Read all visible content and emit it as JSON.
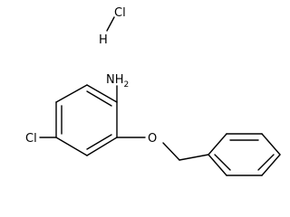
{
  "structure": {
    "labels": {
      "chlorine_hcl": "Cl",
      "hydrogen_hcl": "H",
      "amine_n": "NH",
      "amine_h_count": "2",
      "ring_chlorine": "Cl",
      "ether_oxygen": "O"
    }
  }
}
